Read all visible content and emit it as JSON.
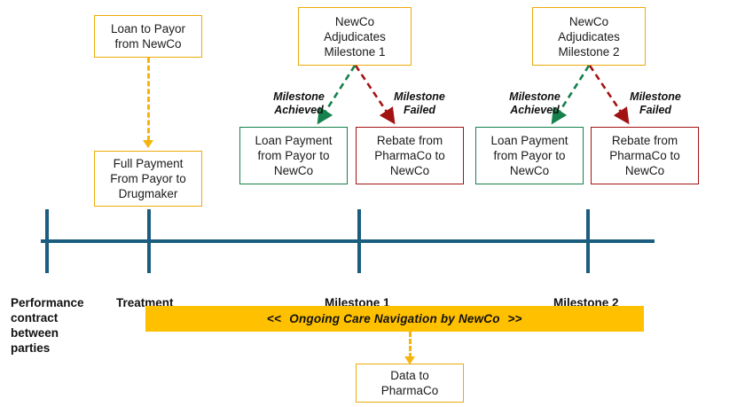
{
  "colors": {
    "gold": "#eeab0a",
    "gold_fill": "#ffc000",
    "green": "#15814c",
    "red": "#a31212",
    "timeline": "#1b5d7e",
    "text": "#1b1b1b"
  },
  "boxes": {
    "loan_to_payor": "Loan to Payor\nfrom NewCo",
    "full_payment": "Full Payment\nFrom Payor to\nDrugmaker",
    "adjudicate_m1": "NewCo\nAdjudicates\nMilestone 1",
    "adjudicate_m2": "NewCo\nAdjudicates\nMilestone 2",
    "loan_payment_m1": "Loan Payment\nfrom Payor to\nNewCo",
    "rebate_m1": "Rebate from\nPharmaCo to\nNewCo",
    "loan_payment_m2": "Loan Payment\nfrom Payor to\nNewCo",
    "rebate_m2": "Rebate from\nPharmaCo to\nNewCo",
    "data_to_pharmaco": "Data to\nPharmaCo"
  },
  "branch_labels": {
    "m1_achieved": "Milestone\nAchieved",
    "m1_failed": "Milestone\nFailed",
    "m2_achieved": "Milestone\nAchieved",
    "m2_failed": "Milestone\nFailed"
  },
  "timeline": {
    "labels": [
      {
        "id": "performance-contract",
        "text": "Performance\ncontract\nbetween\nparties"
      },
      {
        "id": "treatment",
        "text": "Treatment"
      },
      {
        "id": "milestone-1",
        "text": "Milestone 1"
      },
      {
        "id": "milestone-2",
        "text": "Milestone 2"
      }
    ]
  },
  "care_bar": {
    "chevron_left": "<<",
    "text": "Ongoing Care Navigation by NewCo",
    "chevron_right": ">>"
  }
}
